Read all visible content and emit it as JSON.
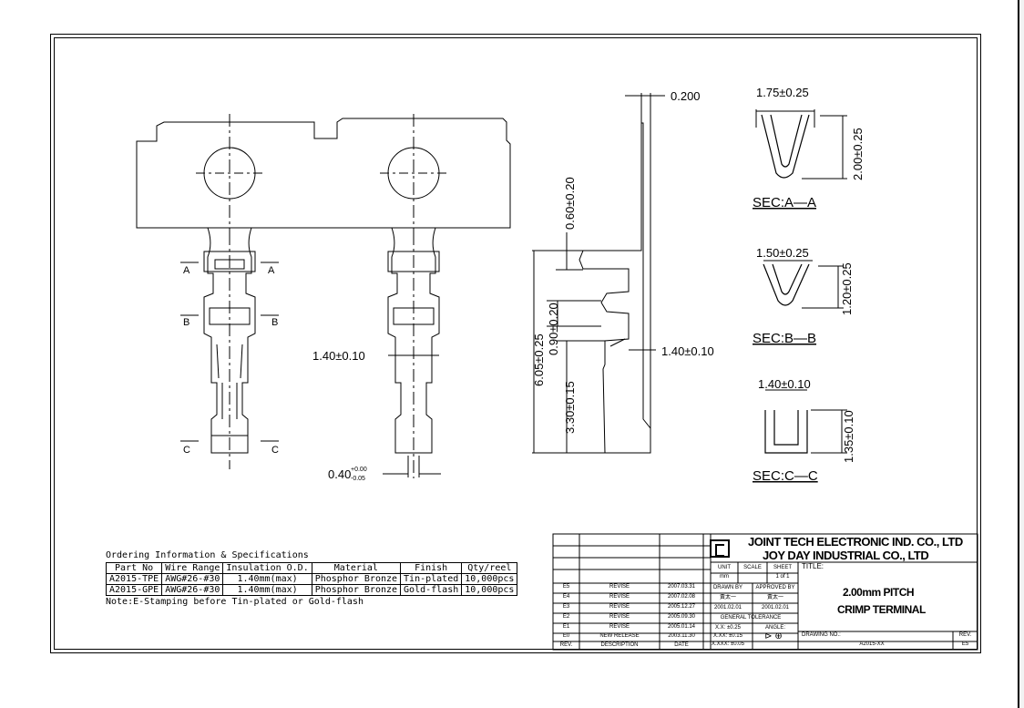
{
  "drawing": {
    "dimensions": {
      "thickness": "0.200",
      "sec_a_width": "1.75±0.25",
      "sec_a_height": "2.00±0.25",
      "sec_b_width": "1.50±0.25",
      "sec_b_height": "1.20±0.25",
      "sec_c_width": "1.40±0.10",
      "sec_c_height": "1.35±0.10",
      "tab_height": "0.60±0.20",
      "overall_length": "6.05±0.25",
      "mid_height": "0.90±0.20",
      "lower_height": "3.30±0.15",
      "side_width": "1.40±0.10",
      "front_width": "1.40±0.10",
      "tip_width_base": "0.40",
      "tip_tol_plus": "+0.00",
      "tip_tol_minus": "-0.05"
    },
    "section_labels": {
      "a": "SEC:A—A",
      "b": "SEC:B—B",
      "c": "SEC:C—C",
      "mark_a": "A",
      "mark_b": "B",
      "mark_c": "C"
    }
  },
  "ordering": {
    "title": "Ordering Information & Specifications",
    "headers": [
      "Part No",
      "Wire Range",
      "Insulation O.D.",
      "Material",
      "Finish",
      "Qty/reel"
    ],
    "rows": [
      [
        "A2015-TPE",
        "AWG#26-#30",
        "1.40mm(max)",
        "Phosphor Bronze",
        "Tin-plated",
        "10,000pcs"
      ],
      [
        "A2015-GPE",
        "AWG#26-#30",
        "1.40mm(max)",
        "Phosphor Bronze",
        "Gold-flash",
        "10,000pcs"
      ]
    ],
    "note": "Note:E-Stamping before Tin-plated or Gold-flash"
  },
  "titleblock": {
    "company1": "JOINT TECH ELECTRONIC IND. CO., LTD",
    "company2": "JOY DAY INDUSTRIAL CO., LTD",
    "unit_label": "UNIT",
    "unit_value": "mm",
    "scale_label": "SCALE",
    "sheet_label": "SHEET",
    "sheet_value": "1 of 1",
    "title_label": "TITLE:",
    "title_line1": "2.00mm PITCH",
    "title_line2": "CRIMP TERMINAL",
    "drawn_by": "DRAWN BY",
    "approved_by": "APPROVED BY",
    "drawn_sig": "黃太一",
    "approved_sig": "黃太一",
    "drawn_date": "2001.02.01",
    "approved_date": "2001.02.01",
    "general_tol": "GENERAL TOLERANCE",
    "tol_1": "X.X: ±0.25",
    "tol_2": "X.XX: ±0.15",
    "tol_3": "X.XXX: ±0.05",
    "angle_label": "ANGLE:",
    "drawing_no_label": "DRAWING NO.:",
    "drawing_no": "A2015-XX",
    "rev_label": "REV.",
    "rev_value": "E5",
    "col_rev": "REV.",
    "col_desc": "DESCRIPTION",
    "col_date": "DATE",
    "revisions": [
      {
        "rev": "E5",
        "desc": "REVISE",
        "date": "2007.03.31"
      },
      {
        "rev": "E4",
        "desc": "REVISE",
        "date": "2007.02.08"
      },
      {
        "rev": "E3",
        "desc": "REVISE",
        "date": "2005.12.27"
      },
      {
        "rev": "E2",
        "desc": "REVISE",
        "date": "2005.09.30"
      },
      {
        "rev": "E1",
        "desc": "REVISE",
        "date": "2005.01.14"
      },
      {
        "rev": "E0",
        "desc": "NEW RELEASE",
        "date": "2003.11.30"
      }
    ]
  },
  "colors": {
    "line": "#000000",
    "background": "#ffffff"
  }
}
